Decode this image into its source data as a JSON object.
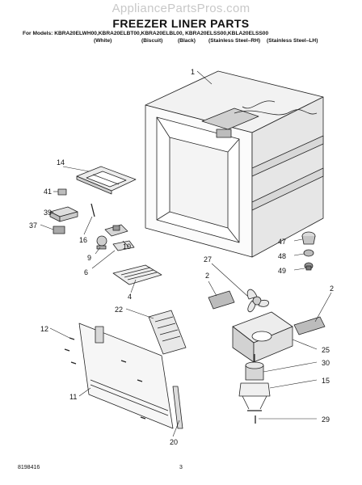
{
  "watermark": "AppliancePartsPros.com",
  "title": "FREEZER LINER PARTS",
  "models_line": "For Models: KBRA20ELWH00,KBRA20ELBT00,KBRA20ELBL00, KBRA20ELSS00,KBLA20ELSS00",
  "variants": [
    "(White)",
    "(Biscuit)",
    "(Black)",
    "(Stainless Steel–RH)",
    "(Stainless Steel–LH)"
  ],
  "callouts": [
    "1",
    "14",
    "41",
    "39",
    "37",
    "16",
    "9",
    "10",
    "6",
    "4",
    "47",
    "48",
    "49",
    "27",
    "2",
    "2",
    "12",
    "22",
    "25",
    "30",
    "15",
    "11",
    "29",
    "20"
  ],
  "footer": {
    "part_number": "8198416",
    "page": "3"
  }
}
